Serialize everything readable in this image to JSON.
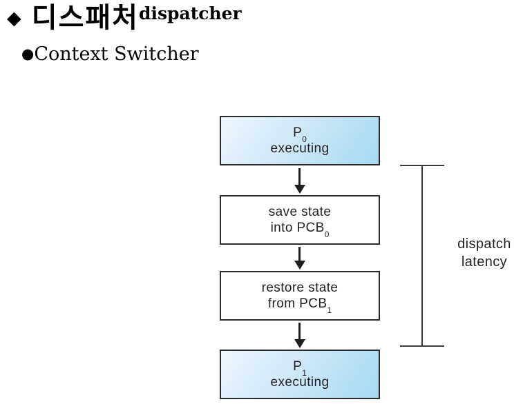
{
  "title": {
    "bullet": "◆",
    "text": "디스패처",
    "superscript": "dispatcher"
  },
  "subtitle": {
    "bullet": "●",
    "text": "Context Switcher"
  },
  "diagram": {
    "boxes": [
      {
        "kind": "process",
        "main": "P",
        "sub": "0",
        "line2": "executing"
      },
      {
        "kind": "step",
        "line1": "save state",
        "line2": "into PCB",
        "sub": "0"
      },
      {
        "kind": "step",
        "line1": "restore state",
        "line2": "from PCB",
        "sub": "1"
      },
      {
        "kind": "process",
        "main": "P",
        "sub": "1",
        "line2": "executing"
      }
    ],
    "bracket": {
      "label_line1": "dispatch",
      "label_line2": "latency"
    },
    "colors": {
      "process_gradient_start": "#eef6fd",
      "process_gradient_end": "#a6d9f3",
      "box_border": "#2b2b2b",
      "line_color": "#231f20"
    }
  }
}
